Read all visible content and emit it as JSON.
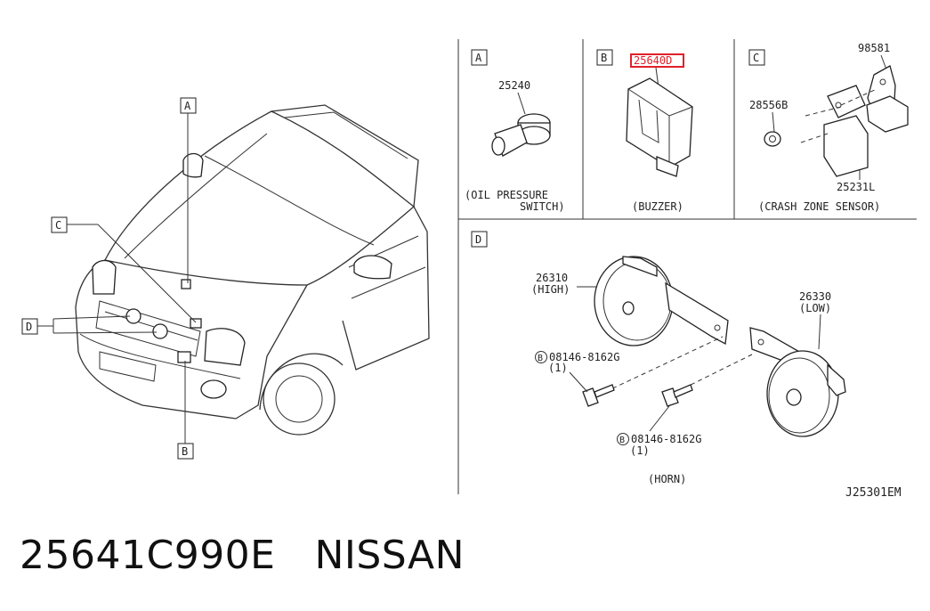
{
  "callouts": {
    "A": "A",
    "B": "B",
    "C": "C",
    "D": "D"
  },
  "panels": {
    "A": {
      "tag": "A",
      "part_no": "25240",
      "caption_1": "(OIL PRESSURE",
      "caption_2": "SWITCH)"
    },
    "B": {
      "tag": "B",
      "part_no": "25640D",
      "caption": "(BUZZER)"
    },
    "C": {
      "tag": "C",
      "part_no_sensor": "98581",
      "part_no_nut": "28556B",
      "part_no_bracket": "25231L",
      "caption": "(CRASH ZONE SENSOR)"
    },
    "D": {
      "tag": "D",
      "high_part": "26310",
      "high_label": "(HIGH)",
      "low_part": "26330",
      "low_label": "(LOW)",
      "bolt_1_part": "08146-8162G",
      "bolt_1_qty": "(1)",
      "bolt_2_part": "08146-8162G",
      "bolt_2_qty": "(1)",
      "bolt_mark": "B",
      "caption": "(HORN)"
    }
  },
  "diagram_code": "J25301EM",
  "highlight_color": "#e0202a",
  "footer": {
    "part_number": "25641C990E",
    "brand": "NISSAN"
  }
}
